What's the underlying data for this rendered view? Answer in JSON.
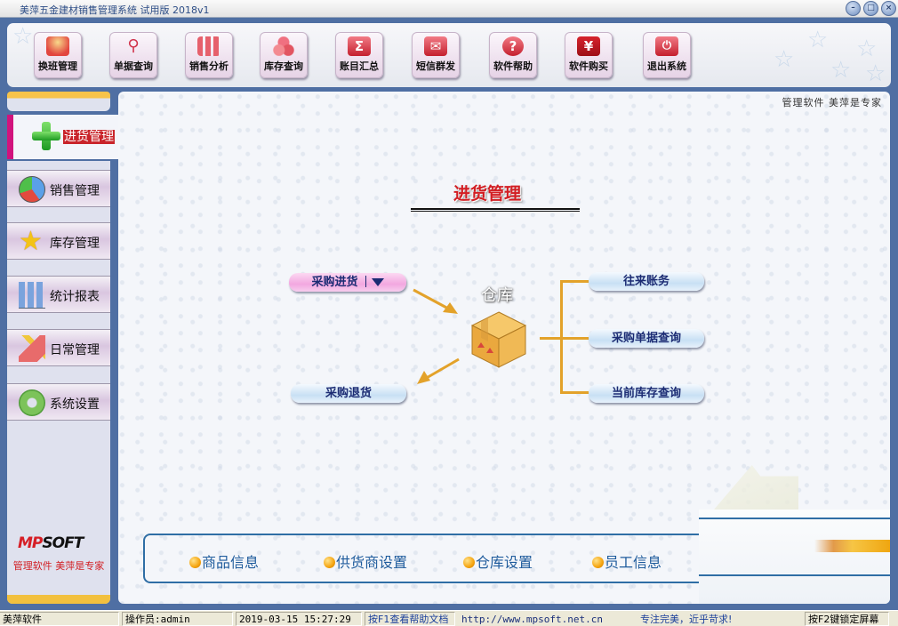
{
  "window": {
    "title": "美萍五金建材销售管理系统 试用版  2018v1",
    "controls": {
      "minimize": "–",
      "maximize": "□",
      "close": "×"
    }
  },
  "toolbar": {
    "buttons": [
      {
        "label": "换班管理",
        "icon": "users-icon",
        "glyph": "👥"
      },
      {
        "label": "单据查询",
        "icon": "magnifier-icon",
        "glyph": "🔍"
      },
      {
        "label": "销售分析",
        "icon": "bar-chart-icon",
        "glyph": "▮▮"
      },
      {
        "label": "库存查询",
        "icon": "cubes-icon",
        "glyph": "◆"
      },
      {
        "label": "账目汇总",
        "icon": "sigma-icon",
        "glyph": "Σ"
      },
      {
        "label": "短信群发",
        "icon": "envelope-icon",
        "glyph": "✉"
      },
      {
        "label": "软件帮助",
        "icon": "help-icon",
        "glyph": "?"
      },
      {
        "label": "软件购买",
        "icon": "yen-icon",
        "glyph": "¥"
      },
      {
        "label": "退出系统",
        "icon": "power-icon",
        "glyph": "⏻"
      }
    ]
  },
  "sidebar": {
    "active": {
      "label": "进货管理",
      "icon": "plus-icon"
    },
    "items": [
      {
        "label": "销售管理",
        "icon": "pie-chart-icon"
      },
      {
        "label": "库存管理",
        "icon": "star-icon"
      },
      {
        "label": "统计报表",
        "icon": "bar-chart-icon"
      },
      {
        "label": "日常管理",
        "icon": "brush-icon"
      },
      {
        "label": "系统设置",
        "icon": "gear-icon"
      }
    ],
    "brand": {
      "logo": "MPSOFT",
      "slogan": "管理软件 美萍是专家"
    }
  },
  "main": {
    "slogan": "管理软件  美萍是专家",
    "title": "进货管理",
    "warehouse_label": "仓库",
    "flow": {
      "purchase_in": "采购进货",
      "purchase_return": "采购退货",
      "accounts": "往来账务",
      "purchase_query": "采购单据查询",
      "stock_query": "当前库存查询"
    },
    "quick_links": [
      {
        "label": "商品信息"
      },
      {
        "label": "供货商设置"
      },
      {
        "label": "仓库设置"
      },
      {
        "label": "员工信息"
      }
    ]
  },
  "statusbar": {
    "app": "美萍软件",
    "operator": "操作员:admin",
    "datetime": "2019-03-15 15:27:29",
    "help": "按F1查看帮助文档",
    "url": "http://www.mpsoft.net.cn",
    "motto": "专注完美，近乎苛求!",
    "lock": "按F2键锁定屏幕"
  },
  "colors": {
    "frame": "#4f6fa3",
    "accent_red": "#d21e23",
    "active_marker": "#d1137d",
    "flow_text": "#1b2b73",
    "connector": "#e3a22a",
    "quick_link_text": "#1e5b9c"
  }
}
